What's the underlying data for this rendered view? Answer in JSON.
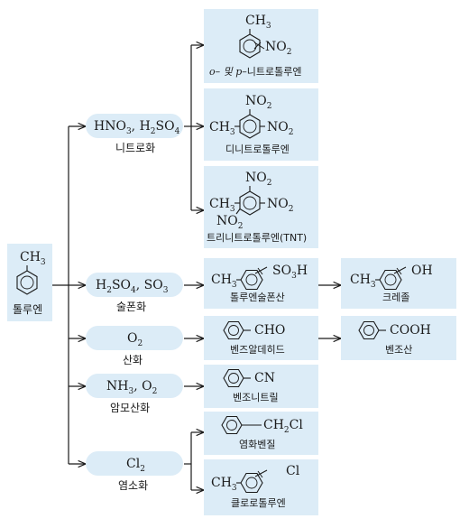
{
  "start": {
    "formula": "CH3",
    "name": "톨루엔"
  },
  "reactions": [
    {
      "reagent": "HNO3, H2SO4",
      "type": "니트로화",
      "products": [
        {
          "groups": [
            "CH3",
            "NO2"
          ],
          "name_prefix": "o– 및 p–",
          "name": "니트로톨루엔"
        },
        {
          "groups": [
            "NO2",
            "CH3",
            "NO2"
          ],
          "name": "디니트로톨루엔"
        },
        {
          "groups": [
            "NO2",
            "CH3",
            "NO2",
            "NO2"
          ],
          "name": "트리니트로톨루엔(TNT)"
        }
      ]
    },
    {
      "reagent": "H2SO4, SO3",
      "type": "술폰화",
      "product": {
        "groups": [
          "CH3",
          "SO3H"
        ],
        "name": "톨루엔술폰산"
      },
      "next": {
        "groups": [
          "CH3",
          "OH"
        ],
        "name": "크레졸"
      }
    },
    {
      "reagent": "O2",
      "type": "산화",
      "product": {
        "groups": [
          "CHO"
        ],
        "name": "벤즈알데히드"
      },
      "next": {
        "groups": [
          "COOH"
        ],
        "name": "벤조산"
      }
    },
    {
      "reagent": "NH3, O2",
      "type": "암모산화",
      "product": {
        "groups": [
          "CN"
        ],
        "name": "벤조니트릴"
      }
    },
    {
      "reagent": "Cl2",
      "type": "염소화",
      "products": [
        {
          "groups": [
            "CH2Cl"
          ],
          "name": "염화벤질"
        },
        {
          "groups": [
            "CH3",
            "Cl"
          ],
          "name": "클로로톨루엔"
        }
      ]
    }
  ],
  "colors": {
    "box": "#dcecf7",
    "line": "#1a1a1a"
  }
}
